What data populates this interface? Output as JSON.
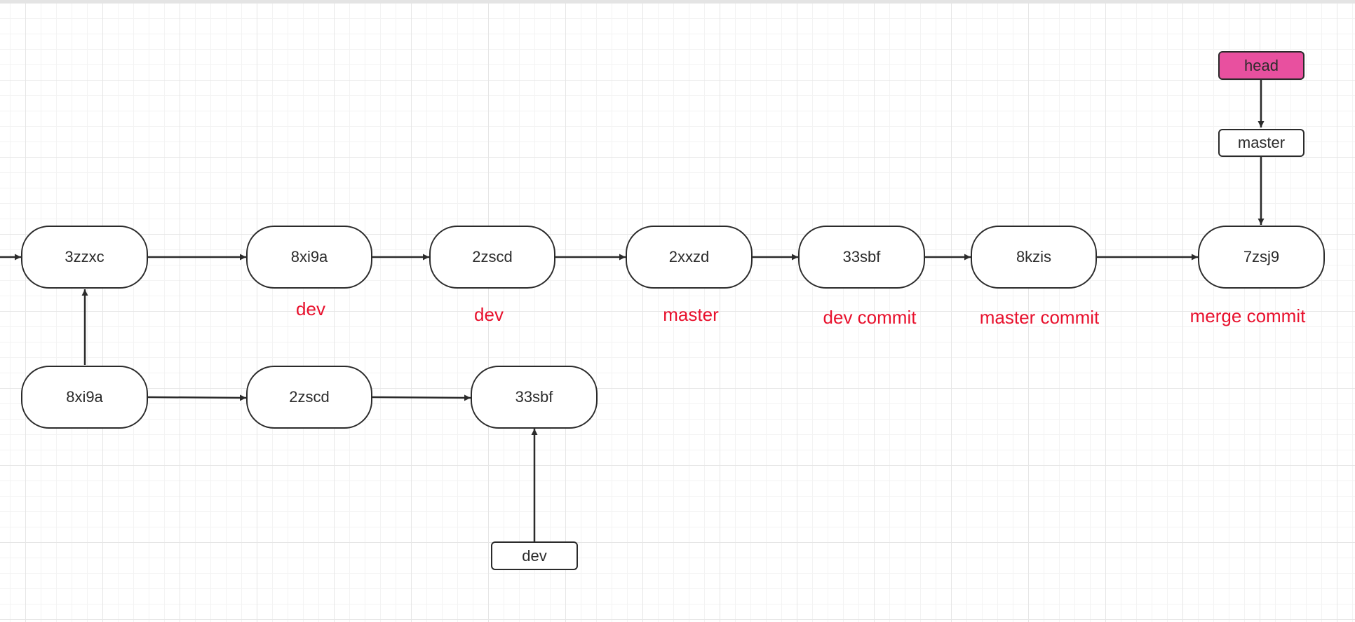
{
  "main_row": {
    "c1": "3zzxc",
    "c2": "8xi9a",
    "c3": "2zscd",
    "c4": "2xxzd",
    "c5": "33sbf",
    "c6": "8kzis",
    "c7": "7zsj9"
  },
  "branch_row": {
    "c1": "8xi9a",
    "c2": "2zscd",
    "c3": "33sbf"
  },
  "refs": {
    "head": "head",
    "master": "master",
    "dev": "dev"
  },
  "notes": {
    "n1": "dev",
    "n2": "dev",
    "n3": "master",
    "n4": "dev commit",
    "n5": "master commit",
    "n6": "merge commit"
  },
  "colors": {
    "node_border": "#2b2b2b",
    "head_fill": "#e8509f",
    "note_text": "#e8112d",
    "grid_line": "#e6e6e6"
  }
}
